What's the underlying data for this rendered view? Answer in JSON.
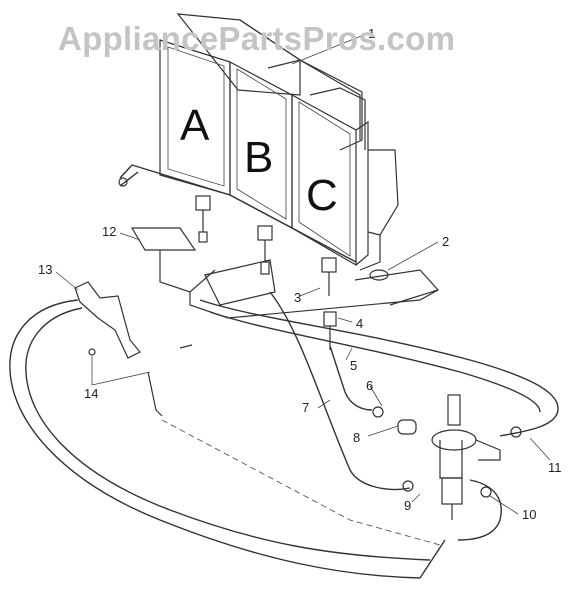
{
  "watermark": "AppliancePartsPros.com",
  "panels": [
    "A",
    "B",
    "C"
  ],
  "callouts": [
    "1",
    "2",
    "3",
    "4",
    "5",
    "6",
    "7",
    "8",
    "9",
    "10",
    "11",
    "12",
    "13",
    "14"
  ]
}
